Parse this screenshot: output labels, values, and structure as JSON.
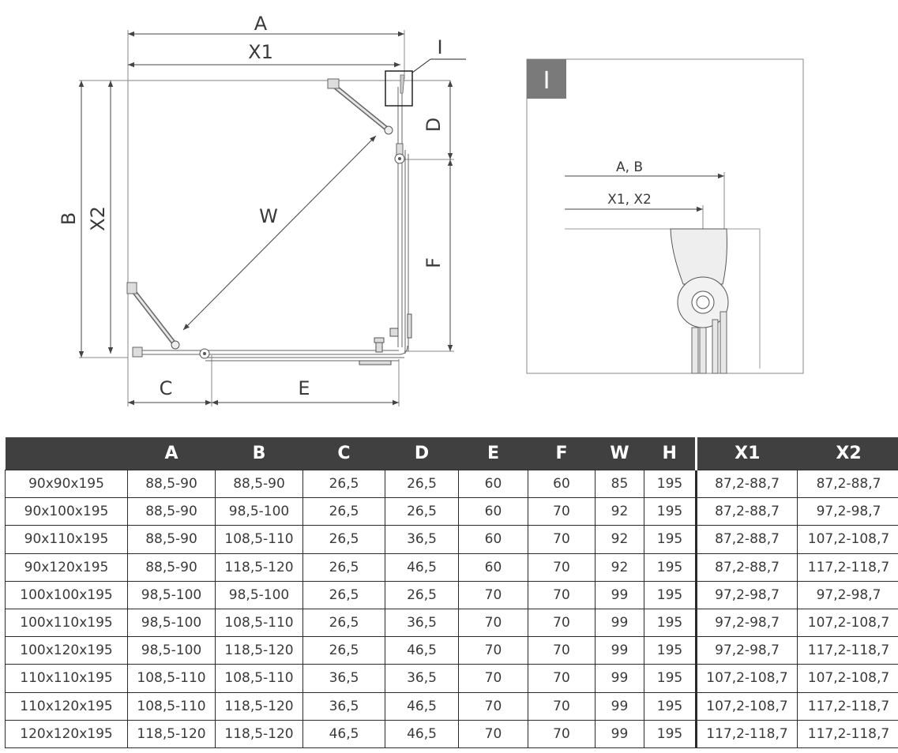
{
  "drawing": {
    "labels": {
      "A": "A",
      "X1": "X1",
      "B": "B",
      "X2": "X2",
      "C": "C",
      "E": "E",
      "D": "D",
      "F": "F",
      "W": "W",
      "detail_ref": "I"
    },
    "detail": {
      "title": "I",
      "label_ab": "A, B",
      "label_x1x2": "X1, X2"
    }
  },
  "table": {
    "headers": [
      "",
      "A",
      "B",
      "C",
      "D",
      "E",
      "F",
      "W",
      "H",
      "X1",
      "X2"
    ],
    "rows": [
      [
        "90x90x195",
        "88,5-90",
        "88,5-90",
        "26,5",
        "26,5",
        "60",
        "60",
        "85",
        "195",
        "87,2-88,7",
        "87,2-88,7"
      ],
      [
        "90x100x195",
        "88,5-90",
        "98,5-100",
        "26,5",
        "26,5",
        "60",
        "70",
        "92",
        "195",
        "87,2-88,7",
        "97,2-98,7"
      ],
      [
        "90x110x195",
        "88,5-90",
        "108,5-110",
        "26,5",
        "36,5",
        "60",
        "70",
        "92",
        "195",
        "87,2-88,7",
        "107,2-108,7"
      ],
      [
        "90x120x195",
        "88,5-90",
        "118,5-120",
        "26,5",
        "46,5",
        "60",
        "70",
        "92",
        "195",
        "87,2-88,7",
        "117,2-118,7"
      ],
      [
        "100x100x195",
        "98,5-100",
        "98,5-100",
        "26,5",
        "26,5",
        "70",
        "70",
        "99",
        "195",
        "97,2-98,7",
        "97,2-98,7"
      ],
      [
        "100x110x195",
        "98,5-100",
        "108,5-110",
        "26,5",
        "36,5",
        "70",
        "70",
        "99",
        "195",
        "97,2-98,7",
        "107,2-108,7"
      ],
      [
        "100x120x195",
        "98,5-100",
        "118,5-120",
        "26,5",
        "46,5",
        "70",
        "70",
        "99",
        "195",
        "97,2-98,7",
        "117,2-118,7"
      ],
      [
        "110x110x195",
        "108,5-110",
        "108,5-110",
        "36,5",
        "36,5",
        "70",
        "70",
        "99",
        "195",
        "107,2-108,7",
        "107,2-108,7"
      ],
      [
        "110x120x195",
        "108,5-110",
        "118,5-120",
        "36,5",
        "46,5",
        "70",
        "70",
        "99",
        "195",
        "107,2-108,7",
        "117,2-118,7"
      ],
      [
        "120x120x195",
        "118,5-120",
        "118,5-120",
        "46,5",
        "46,5",
        "70",
        "70",
        "99",
        "195",
        "117,2-118,7",
        "117,2-118,7"
      ]
    ]
  },
  "colors": {
    "header_bg": "#404040",
    "header_text": "#ffffff",
    "line": "#555555",
    "detail_tag_bg": "#7a7a7a"
  }
}
